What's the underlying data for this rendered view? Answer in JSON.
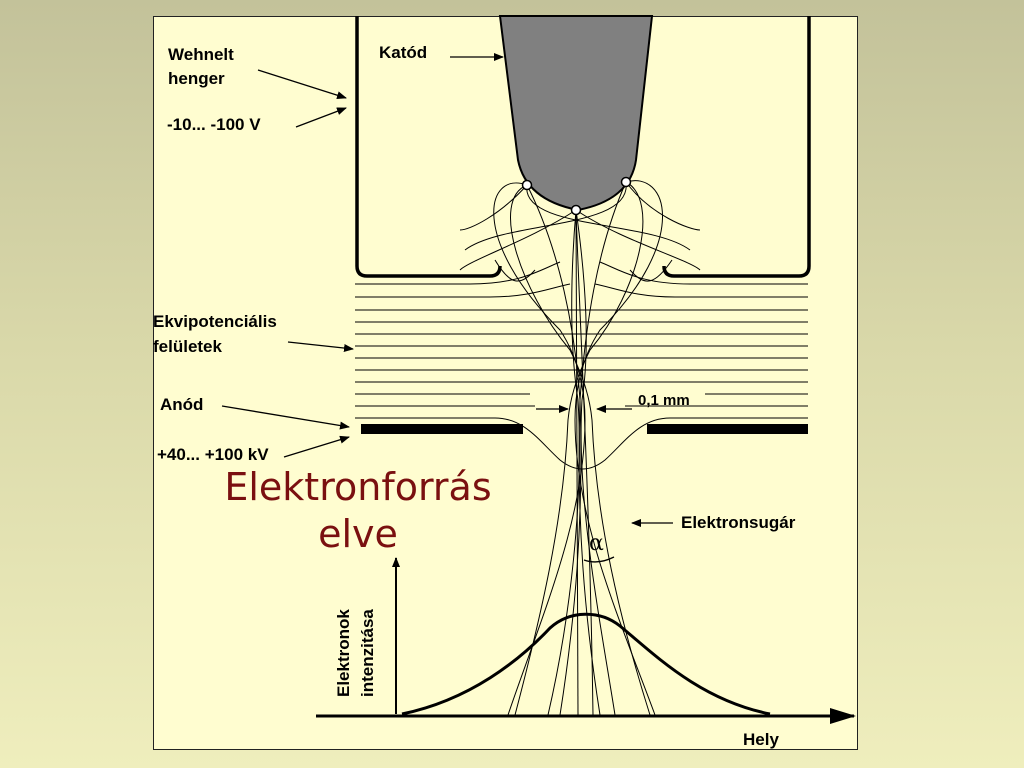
{
  "labels": {
    "wehnelt_line1": "Wehnelt",
    "wehnelt_line2": "henger",
    "wehnelt_voltage": "-10... -100 V",
    "cathode": "Katód",
    "equipotential_line1": "Ekvipotenciális",
    "equipotential_line2": "felületek",
    "anode": "Anód",
    "anode_voltage": "+40... +100 kV",
    "crossover_size": "0,1 mm",
    "beam": "Elektronsugár",
    "angle": "α",
    "y_axis_line1": "Elektronok",
    "y_axis_line2": "intenzitása",
    "x_axis": "Hely"
  },
  "title": {
    "line1": "Elektronforrás",
    "line2": "elve"
  },
  "colors": {
    "title": "#7a1010",
    "cathode_fill": "#808080",
    "panel": "#fffdd0"
  }
}
